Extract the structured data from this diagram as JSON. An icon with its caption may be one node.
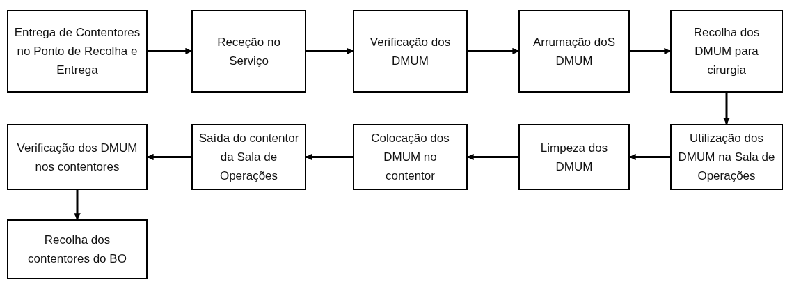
{
  "diagram": {
    "nodes": [
      {
        "text": [
          "Entrega de Contentores no Ponto de Recolha e Entrega"
        ]
      },
      {
        "text": [
          "Receção no Serviço"
        ]
      },
      {
        "text": [
          "Verificação dos DMUM"
        ]
      },
      {
        "text": [
          "Arrumação doS DMUM"
        ]
      },
      {
        "text": [
          "Recolha dos DMUM para cirurgia"
        ]
      },
      {
        "text": [
          "Utilização dos DMUM na Sala de Operações"
        ]
      },
      {
        "text": [
          "Limpeza dos DMUM"
        ]
      },
      {
        "text": [
          "Colocação dos DMUM no contentor"
        ]
      },
      {
        "text": [
          "Saída do contentor da Sala de Operações"
        ]
      },
      {
        "text": [
          "Verificação dos DMUM nos contentores"
        ]
      },
      {
        "text": [
          "Recolha dos contentores do BO"
        ]
      }
    ],
    "edges": [
      {
        "from": 0,
        "to": 1,
        "arrow": "to"
      },
      {
        "from": 1,
        "to": 2,
        "arrow": "to"
      },
      {
        "from": 2,
        "to": 3,
        "arrow": "to"
      },
      {
        "from": 3,
        "to": 4,
        "arrow": "to"
      },
      {
        "from": 4,
        "to": 5,
        "arrow": "to"
      },
      {
        "from": 5,
        "to": 6,
        "arrow": "to"
      },
      {
        "from": 6,
        "to": 7,
        "arrow": "to"
      },
      {
        "from": 7,
        "to": 8,
        "arrow": "to"
      },
      {
        "from": 8,
        "to": 9,
        "arrow": "to"
      },
      {
        "from": 9,
        "to": 10,
        "arrow": "to"
      }
    ]
  }
}
